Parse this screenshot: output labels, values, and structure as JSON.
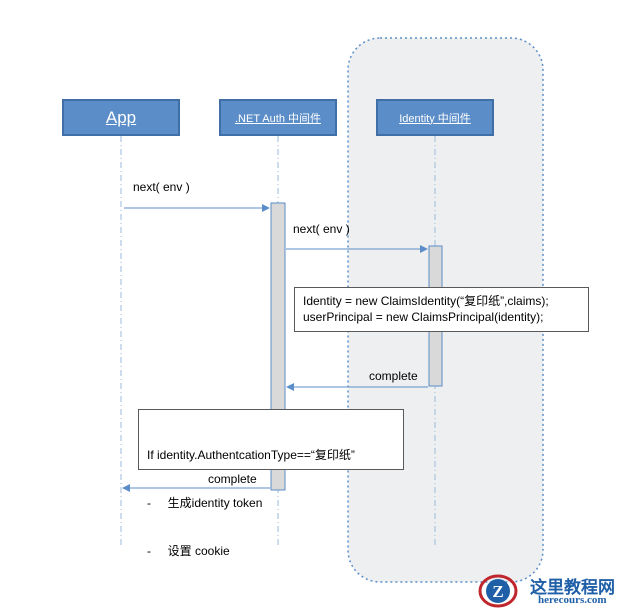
{
  "participants": {
    "app": "App",
    "net_auth": ".NET Auth 中间件",
    "identity": "Identity 中间件"
  },
  "messages": {
    "m1": "next( env )",
    "m2": "next( env )",
    "m3": "complete",
    "m4": "complete"
  },
  "notes": {
    "identity_note": {
      "line1": "Identity = new ClaimsIdentity(“复印纸”,claims);",
      "line2": "userPrincipal = new ClaimsPrincipal(identity);"
    },
    "auth_note": {
      "line1": "If identity.AuthentcationType==“复印纸”",
      "line2": "-     生成identity token",
      "line3": "-     设置 cookie"
    }
  },
  "watermark": {
    "logo_letter": "Z",
    "title": "这里教程网",
    "url": "herecours.com"
  },
  "colors": {
    "participant_fill": "#5b8ec8",
    "participant_border": "#3f6fa6",
    "lifeline": "#9dbbdc",
    "arrow": "#5b8ec8",
    "activation_fill": "#d9d9d9",
    "group_fill": "#eeeff1",
    "group_border": "#5b8ec8",
    "watermark_red": "#c0272d",
    "watermark_blue": "#1f5fa8"
  }
}
